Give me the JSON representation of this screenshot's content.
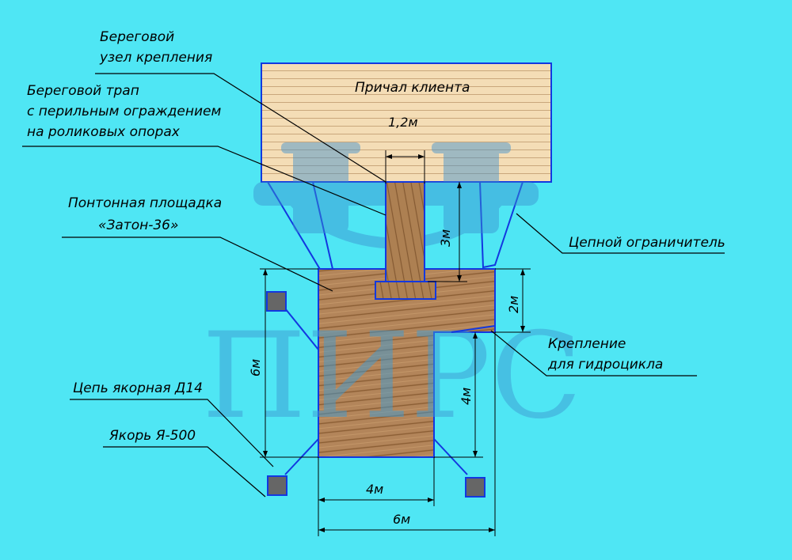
{
  "watermark": {
    "brand": "ПИРС"
  },
  "structures": {
    "client_pier": "Причал клиента"
  },
  "callouts": {
    "shore_mount_line1": "Береговой",
    "shore_mount_line2": "узел крепления",
    "gangway_line1": "Береговой трап",
    "gangway_line2": "с перильным ограждением",
    "gangway_line3": "на роликовых опорах",
    "pontoon_line1": "Понтонная площадка",
    "pontoon_line2": "«Затон-36»",
    "chain_limiter": "Цепной ограничитель",
    "jetski_line1": "Крепление",
    "jetski_line2": "для гидроцикла",
    "anchor_chain": "Цепь якорная Д14",
    "anchor": "Якорь Я-500"
  },
  "dimensions": {
    "gangway_width": "1,2м",
    "gangway_length": "3м",
    "top_depth": "2м",
    "left_height": "6м",
    "right_height": "4м",
    "bottom_width_inner": "4м",
    "bottom_width_total": "6м"
  },
  "colors": {
    "water": "#4fe6f4",
    "pier": "#f2dcb5",
    "deck": "#b98a58",
    "outline": "#1238e0",
    "anchor": "#666666"
  }
}
